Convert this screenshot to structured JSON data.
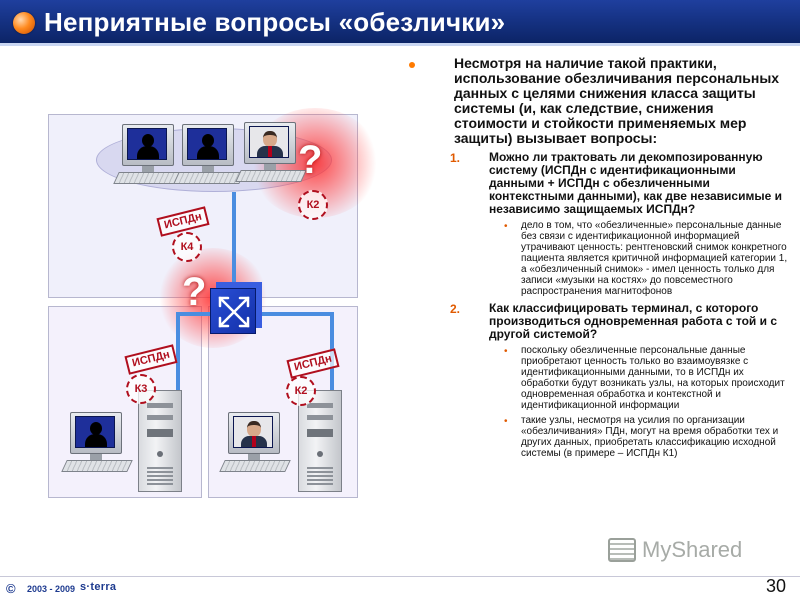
{
  "slide": {
    "title": "Неприятные вопросы «обезлички»",
    "page_number": "30"
  },
  "illustration": {
    "question_mark": "?",
    "stamp_ispdn": "ИСПДн",
    "seals": {
      "top_right": "К2",
      "middle": "К4",
      "bottom_left": "К3",
      "bottom_right": "К2"
    }
  },
  "content": {
    "main_bullet": "Несмотря на наличие такой практики, использование обезличивания персональных данных с целями снижения класса защиты системы (и, как следствие, снижения стоимости и стойкости применяемых мер защиты) вызывает вопросы:",
    "items": [
      {
        "number": "1.",
        "text": "Можно ли трактовать ли декомпозированную систему (ИСПДн с идентификационными данными + ИСПДн с обезличенными контекстными данными), как две независимые и независимо защищаемых ИСПДн?",
        "subs": [
          "дело в том, что «обезличенные» персональные данные без связи с идентификационной информацией утрачивают ценность: рентгеновский снимок конкретного пациента является критичной информацией категории 1, а «обезличенный снимок» - имел ценность только для записи «музыки на костях» до повсеместного распространения магнитофонов"
        ]
      },
      {
        "number": "2.",
        "text": "Как классифицировать терминал, с которого производиться одновременная работа с той и с другой системой?",
        "subs": [
          "поскольку обезличенные персональные данные приобретают ценность только во взаимоувязке с идентификационными данными, то в ИСПДн их обработки будут возникать узлы, на которых происходит одновременная обработка и контекстной и идентификационной информации",
          "такие узлы, несмотря на усилия по организации «обезличивания» ПДн, могут на время обработки тех и других данных, приобретать классификацию исходной системы (в примере – ИСПДн К1)"
        ]
      }
    ]
  },
  "footer": {
    "copyright_symbol": "©",
    "years": "2003 - 2009",
    "brand": "s·terra"
  },
  "watermark": {
    "text": "MyShared"
  },
  "colors": {
    "title_bar": "#14307f",
    "accent_orange": "#ff7a00",
    "stamp_red": "#b00f1e",
    "network_blue": "#4a8de0"
  }
}
